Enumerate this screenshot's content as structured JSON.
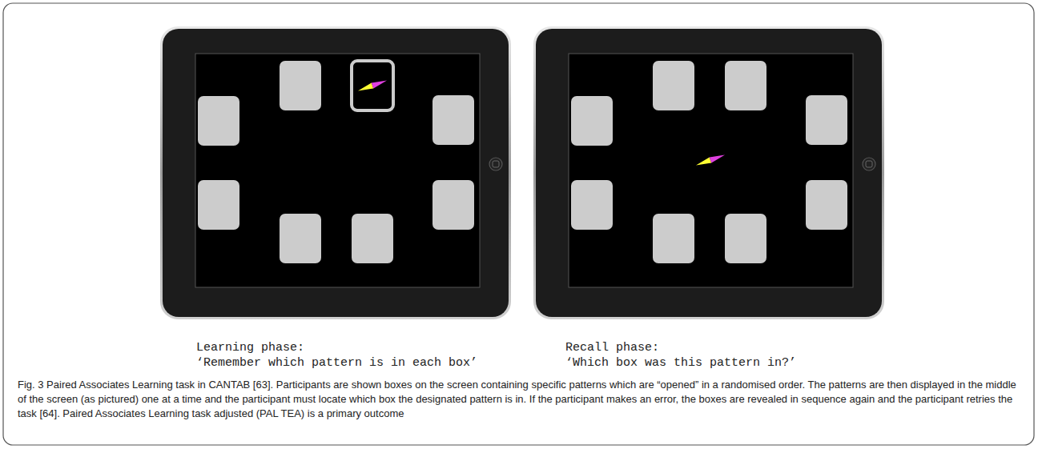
{
  "diagram": {
    "caption": "Fig. 3 Paired Associates Learning task in CANTAB [63]. Participants are shown boxes on the screen containing specific patterns which are “opened” in a randomised order. The patterns are then displayed in the middle of the screen (as pictured) one at a time and the participant must locate which box the designated pattern is in. If the participant makes an error, the boxes are revealed in sequence again and the participant retries the task [64]. Paired Associates Learning task adjusted (PAL TEA) is a primary outcome",
    "labels": [
      "Learning phase:",
      "‘Remember which pattern is in each box’",
      "Recall phase:",
      "‘Which box was this pattern in?’"
    ]
  }
}
